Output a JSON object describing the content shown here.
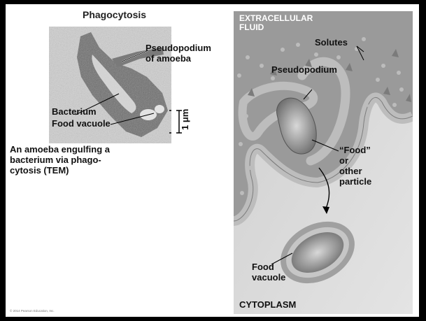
{
  "slide_title": "Phagocytosis",
  "tem_labels": {
    "pseudopodium_line1": "Pseudopodium",
    "pseudopodium_line2": "of amoeba",
    "bacterium": "Bacterium",
    "food_vacuole": "Food vacuole",
    "scale_bar": "1 μm"
  },
  "caption": {
    "line1": "An amoeba engulfing a",
    "line2": "bacterium via phago-",
    "line3": "cytosis (TEM)"
  },
  "diagram_labels": {
    "extracellular_line1": "EXTRACELLULAR",
    "extracellular_line2": "FLUID",
    "solutes": "Solutes",
    "pseudopodium": "Pseudopodium",
    "food_line1": "“Food”",
    "food_line2": "or",
    "food_line3": "other",
    "food_line4": "particle",
    "food_vacuole_line1": "Food",
    "food_vacuole_line2": "vacuole",
    "cytoplasm": "CYTOPLASM"
  },
  "copyright": "© 2014 Pearson Education, Inc.",
  "colors": {
    "background": "#000000",
    "slide": "#ffffff",
    "extracellular_fluid": "#9a9a9a",
    "cytoplasm": "#d6d6d6",
    "membrane": "#bdbdbd"
  }
}
